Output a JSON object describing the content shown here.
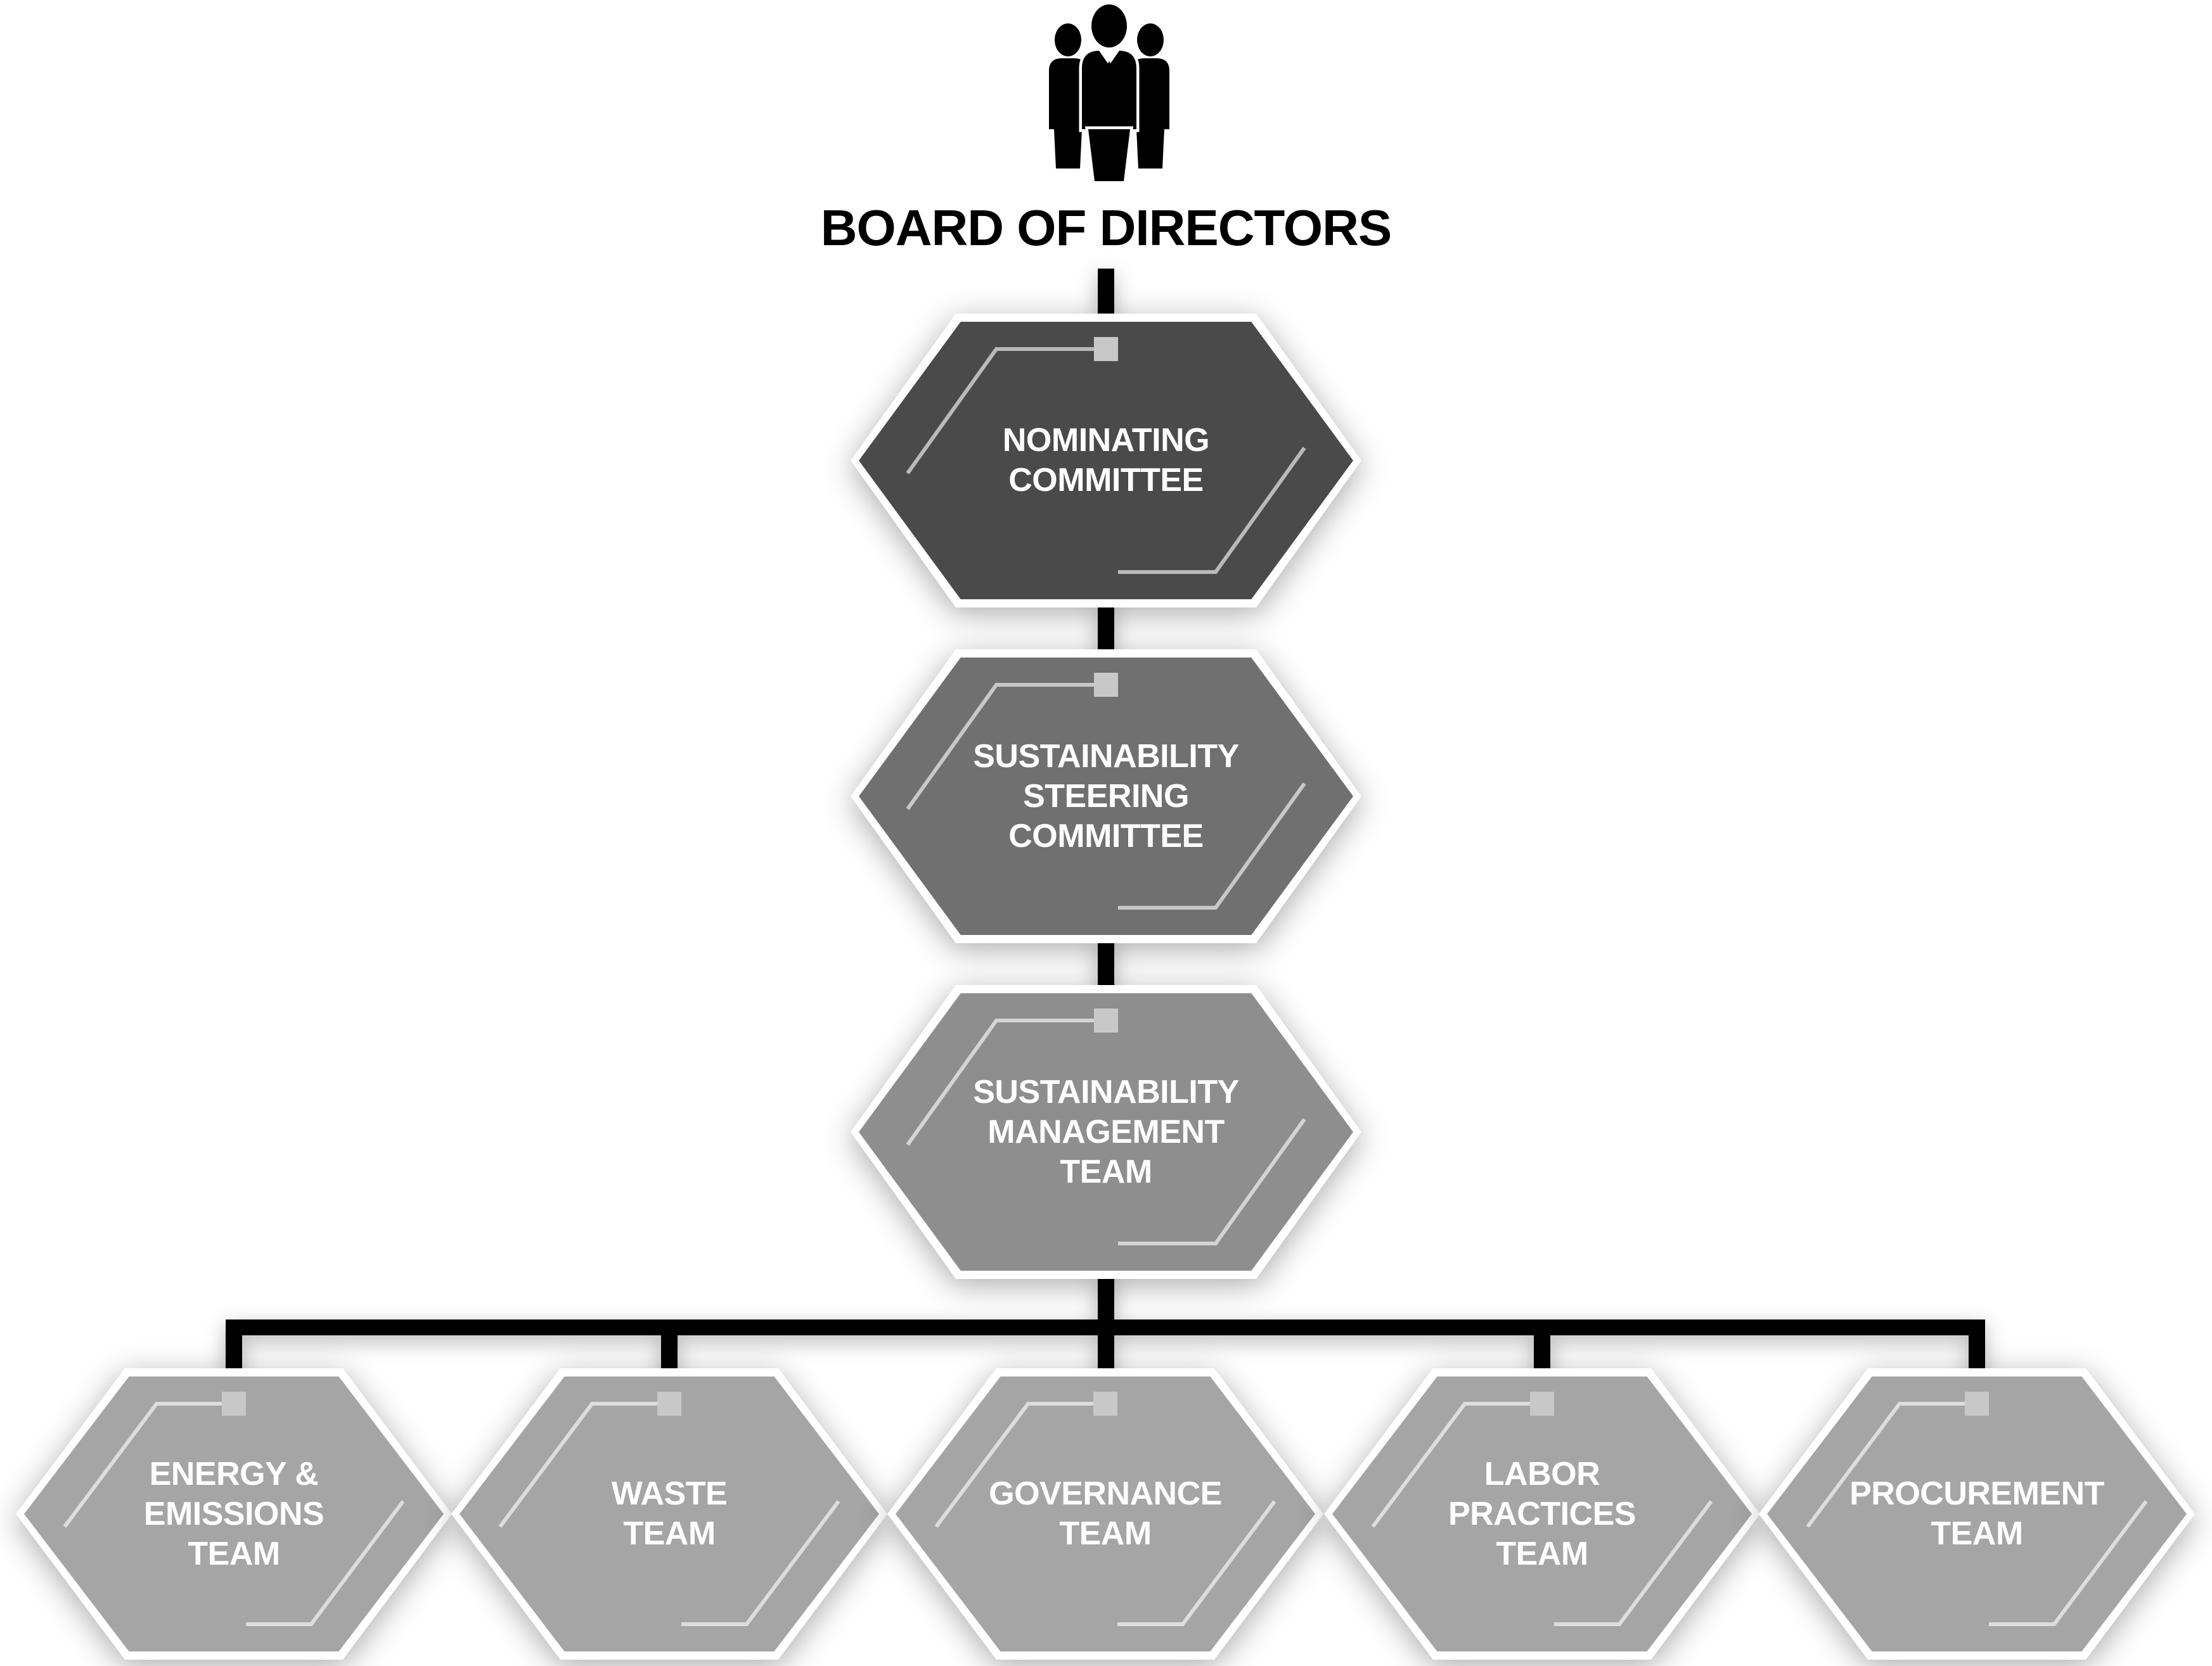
{
  "header": {
    "title": "BOARD OF DIRECTORS",
    "icon": "board-people-icon"
  },
  "colors": {
    "background": "#ffffff",
    "connector": "#000000",
    "hex_border": "#ffffff",
    "decal_square": "#c8c8c8",
    "decal_line": "rgba(255,255,255,0.62)",
    "node_text": "#ffffff",
    "title_text": "#000000",
    "level1_fill": "#4a4a4a",
    "level2_fill": "#707070",
    "level3_fill": "#8e8e8e",
    "level4_fill": "#a5a5a5"
  },
  "chain": [
    {
      "id": "nominating-committee",
      "label": "NOMINATING\nCOMMITTEE",
      "fill": "#4a4a4a"
    },
    {
      "id": "sustainability-steering-committee",
      "label": "SUSTAINABILITY\nSTEERING\nCOMMITTEE",
      "fill": "#707070"
    },
    {
      "id": "sustainability-management-team",
      "label": "SUSTAINABILITY\nMANAGEMENT\nTEAM",
      "fill": "#8e8e8e"
    }
  ],
  "teams": [
    {
      "id": "energy-emissions-team",
      "label": "ENERGY &\nEMISSIONS\nTEAM",
      "fill": "#a5a5a5"
    },
    {
      "id": "waste-team",
      "label": "WASTE\nTEAM",
      "fill": "#a5a5a5"
    },
    {
      "id": "governance-team",
      "label": "GOVERNANCE\nTEAM",
      "fill": "#a5a5a5"
    },
    {
      "id": "labor-practices-team",
      "label": "LABOR\nPRACTICES\nTEAM",
      "fill": "#a5a5a5"
    },
    {
      "id": "procurement-team",
      "label": "PROCUREMENT\nTEAM",
      "fill": "#a5a5a5"
    }
  ]
}
